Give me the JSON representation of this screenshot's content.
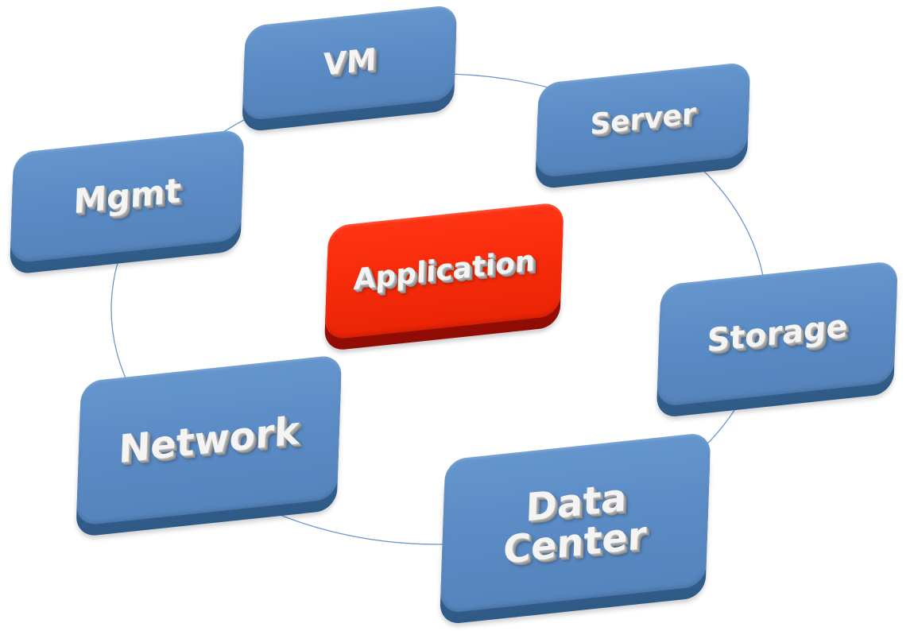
{
  "diagram": {
    "center": {
      "label": "Application",
      "color": "#f52a0a"
    },
    "ring_color": "#5b8bc6",
    "node_color": "#5a8ac3",
    "nodes": [
      {
        "id": "vm",
        "label": "VM"
      },
      {
        "id": "server",
        "label": "Server"
      },
      {
        "id": "storage",
        "label": "Storage"
      },
      {
        "id": "data-center",
        "label": "Data\nCenter"
      },
      {
        "id": "network",
        "label": "Network"
      },
      {
        "id": "mgmt",
        "label": "Mgmt"
      }
    ]
  }
}
